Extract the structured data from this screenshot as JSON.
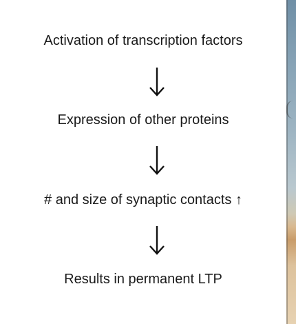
{
  "diagram": {
    "steps": [
      {
        "text": "Activation of transcription factors"
      },
      {
        "text": "Expression of other proteins"
      },
      {
        "text": "# and size of synaptic contacts ↑"
      },
      {
        "text": "Results in permanent LTP"
      }
    ],
    "text_color": "#1a1a1a",
    "arrow_color": "#111111",
    "background_color": "#ffffff"
  }
}
